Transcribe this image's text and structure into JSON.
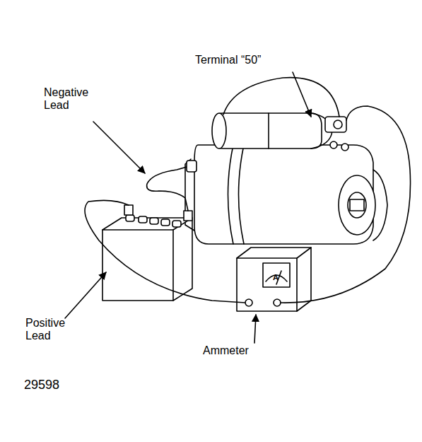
{
  "diagram": {
    "labels": [
      "Terminal “50”",
      "Negative Lead",
      "Positive Lead",
      "Ammeter",
      "A",
      "29598"
    ]
  }
}
